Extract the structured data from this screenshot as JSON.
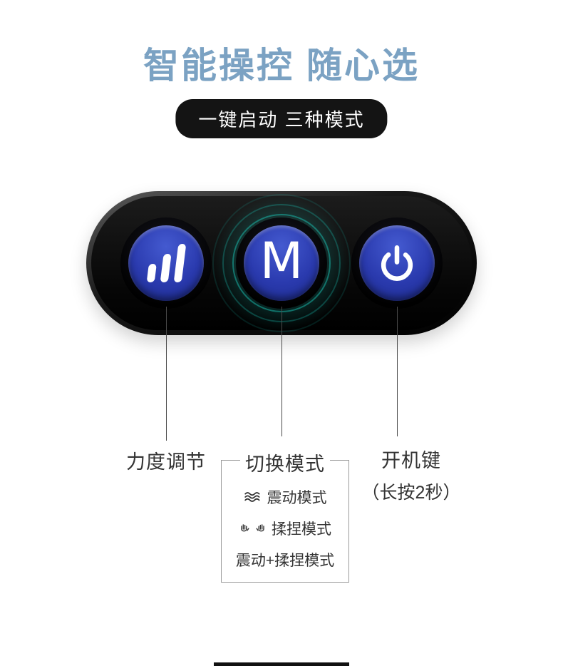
{
  "title": "智能操控 随心选",
  "badge": "一键启动 三种模式",
  "panel": {
    "mode_button_letter": "M",
    "icons": {
      "intensity": "intensity-bars-icon",
      "mode": "letter-m",
      "power": "power-icon"
    }
  },
  "callouts": {
    "intensity": {
      "label": "力度调节"
    },
    "mode": {
      "label": "切换模式",
      "modes": [
        {
          "icon": "vibration-waves-icon",
          "label": "震动模式"
        },
        {
          "icon": "kneading-hands-icon",
          "label": "揉捏模式"
        },
        {
          "icon": "none",
          "label": "震动+揉捏模式"
        }
      ]
    },
    "power": {
      "label": "开机键",
      "sublabel": "（长按2秒）"
    }
  },
  "colors": {
    "title_blue": "#7ba2c3",
    "badge_bg": "#141414",
    "button_blue": "#2a3aae",
    "glow_teal": "#19c0b2",
    "panel_black": "#0a0a0a",
    "callout_line": "#4a4a4a"
  }
}
